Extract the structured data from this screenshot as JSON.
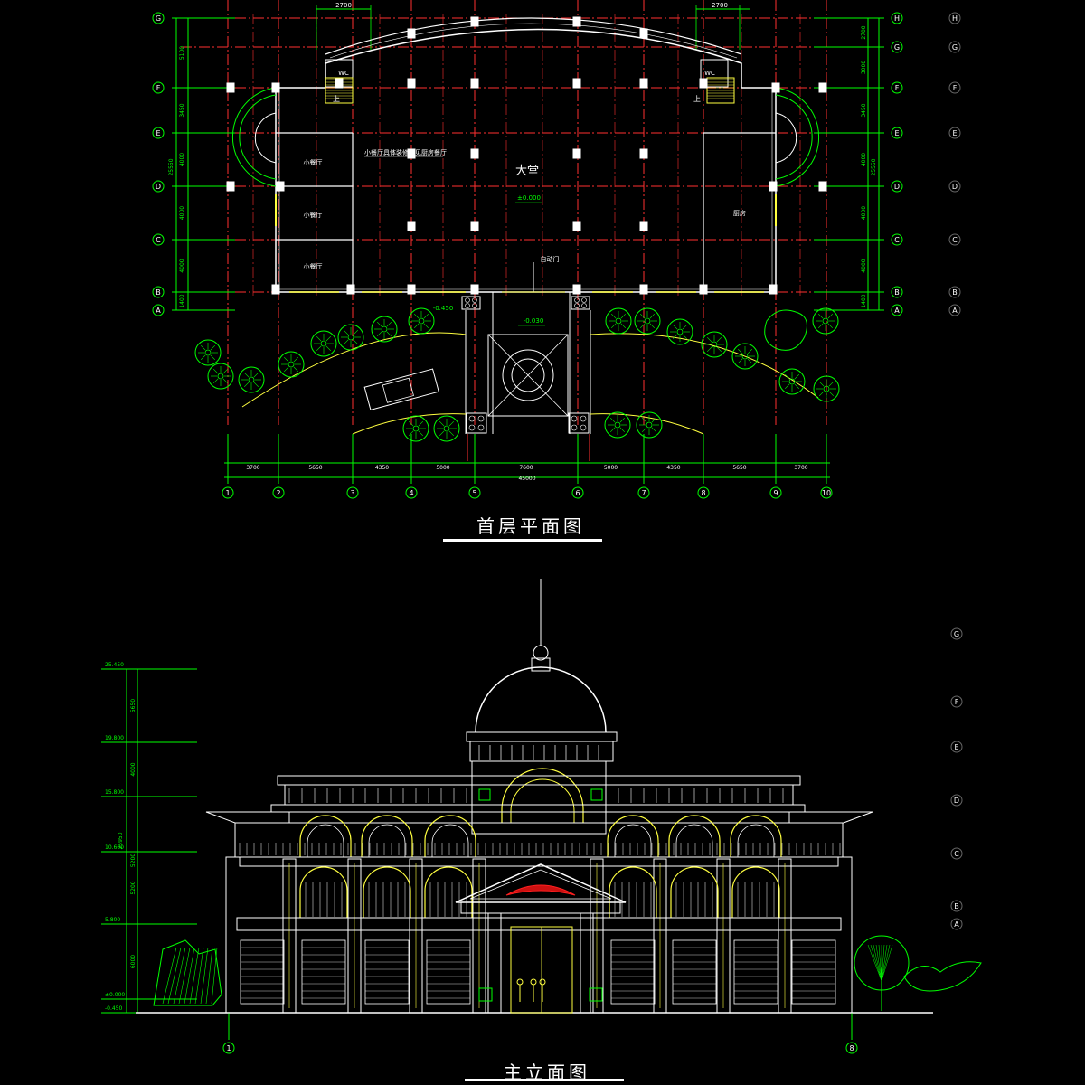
{
  "plan": {
    "title": "首层平面图",
    "rows_left": [
      "G",
      "F",
      "E",
      "D",
      "C",
      "B",
      "A"
    ],
    "rows_right": [
      "H",
      "G",
      "F",
      "E",
      "D",
      "C",
      "B",
      "A"
    ],
    "cols": [
      "1",
      "2",
      "3",
      "4",
      "5",
      "6",
      "7",
      "8",
      "9",
      "10"
    ],
    "dims_bottom": [
      "3700",
      "5650",
      "4350",
      "5000",
      "7600",
      "5000",
      "4350",
      "5650",
      "3700"
    ],
    "total_dim": "45000",
    "dims_left": [
      "5100",
      "3450",
      "4000",
      "4000",
      "4000",
      "1400"
    ],
    "dims_right": [
      "2700",
      "3000",
      "3450",
      "4000",
      "4000",
      "4000",
      "1400"
    ],
    "left_total": "25550",
    "right_total": "25550",
    "top_dims": [
      "2700",
      "2700"
    ],
    "rooms": {
      "hall": "大堂",
      "small_hall": "小餐厅",
      "kitchen": "厨房",
      "wc": "WC",
      "up": "上",
      "note": "小餐厅具体装修详见厨房餐厅",
      "auto_door": "自动门"
    },
    "levels": {
      "hall": "±0.000",
      "entry": "-0.030",
      "outside": "-0.450"
    }
  },
  "elevation": {
    "title": "主立面图",
    "levels": [
      "25.450",
      "19.800",
      "15.800",
      "10.600",
      "5.800",
      "±0.000",
      "-0.450"
    ],
    "seg_dims": [
      "5650",
      "4000",
      "5200",
      "5200",
      "6000"
    ],
    "total": "25950",
    "right_axes": [
      "G",
      "F",
      "E",
      "D",
      "C",
      "B",
      "A"
    ],
    "bottom_axes": [
      "1",
      "8"
    ]
  }
}
